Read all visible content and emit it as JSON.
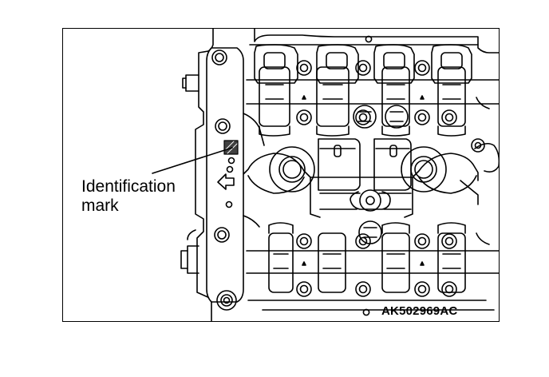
{
  "callout": {
    "line1": "Identification",
    "line2": "mark"
  },
  "figure_code": "AK502969AC",
  "colors": {
    "ink": "#000000",
    "paper": "#ffffff",
    "mark_fill": "#404040"
  }
}
